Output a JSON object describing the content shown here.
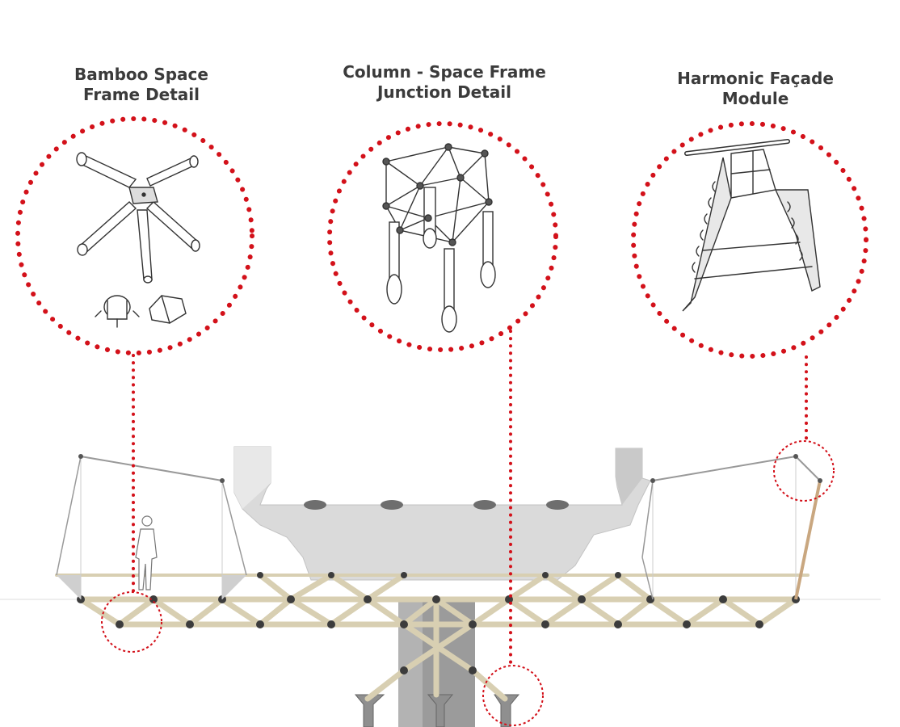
{
  "details": [
    {
      "line1": "Bamboo Space",
      "line2": "Frame Detail"
    },
    {
      "line1": "Column - Space Frame",
      "line2": "Junction Detail"
    },
    {
      "line1": "Harmonic Façade",
      "line2": "Module"
    }
  ],
  "colors": {
    "callout_red": "#d3111a",
    "bamboo": "#d8cfb2",
    "node": "#3c3c3c",
    "concrete": "#d9d9d9",
    "column": "#9b9b9b"
  }
}
